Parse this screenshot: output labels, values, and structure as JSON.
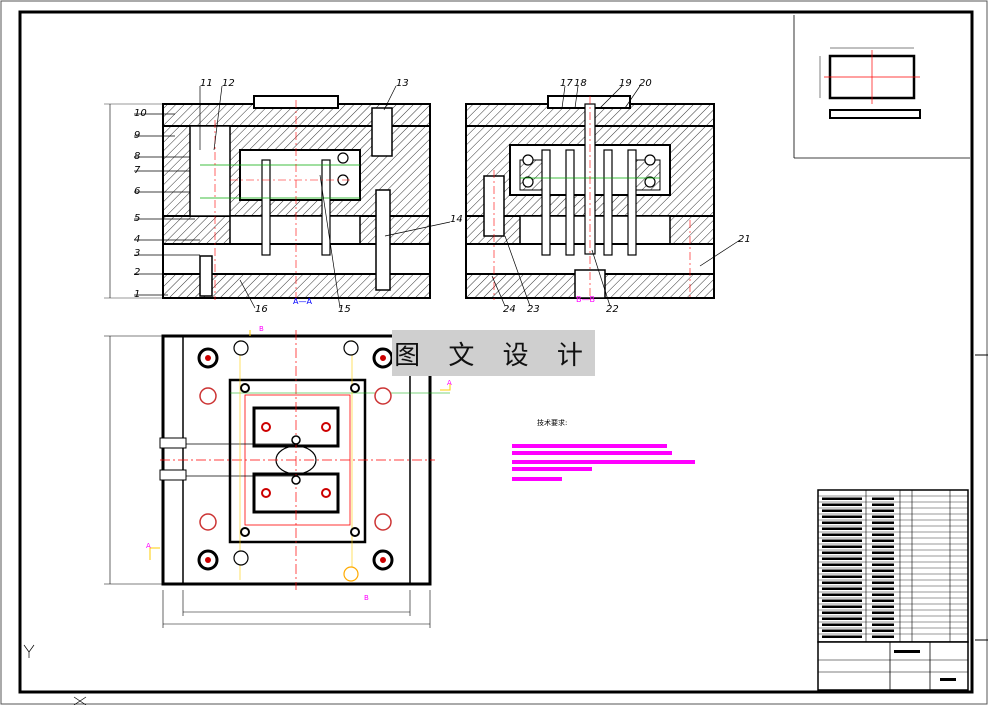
{
  "watermark": "图 文 设 计",
  "tech_requirements_title": "技术要求:",
  "section_labels": {
    "left": "A—A",
    "right": "B—B"
  },
  "part_numbers_left": [
    "1",
    "2",
    "3",
    "4",
    "5",
    "6",
    "7",
    "8",
    "9",
    "10",
    "11",
    "12",
    "13",
    "14",
    "15",
    "16"
  ],
  "part_numbers_right": [
    "17",
    "18",
    "19",
    "20",
    "21",
    "22",
    "23",
    "24"
  ],
  "view_markers": {
    "a": "A",
    "b": "B"
  },
  "colors": {
    "line": "#000000",
    "center": "#ff0000",
    "dim": "#0000ff",
    "note": "#ff00ff",
    "green": "#00aa00",
    "watermark_bg": "#cfcfcf"
  }
}
